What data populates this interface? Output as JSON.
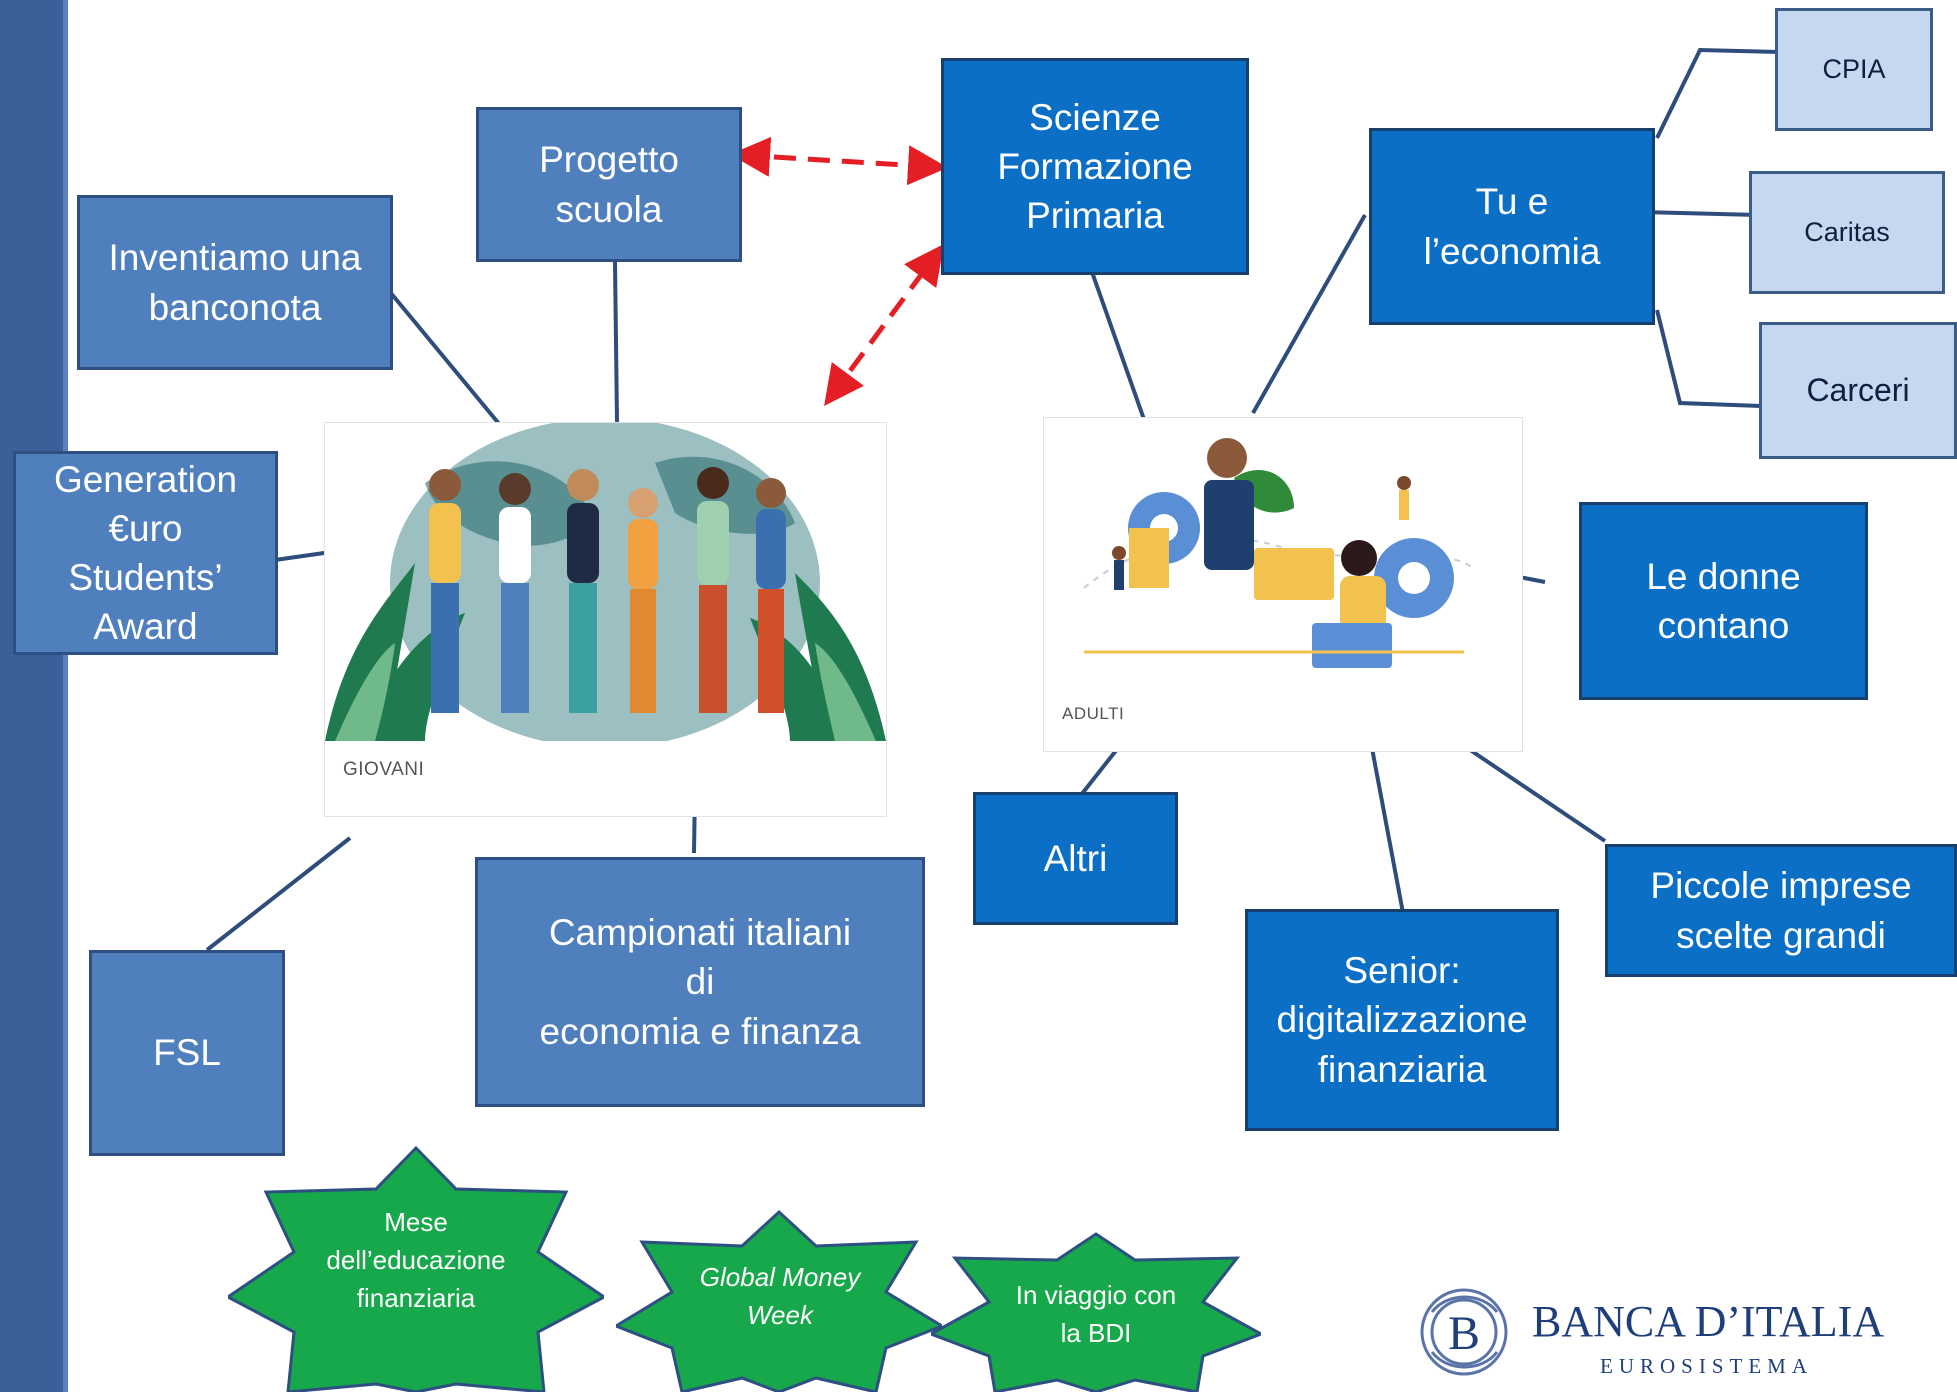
{
  "colors": {
    "sidebar": "#3b5f98",
    "young_box": "#4f7fbd",
    "adult_box": "#0b6fc6",
    "small_box": "#c5d8ef",
    "star_fill": "#16a84a",
    "dashed_arrow": "#e31e24",
    "connector": "#2e4d7a",
    "logo": "#1f3f7a"
  },
  "giovani": {
    "photo_caption": "GIOVANI",
    "inventiamo": "Inventiamo una\nbanconota",
    "progetto": "Progetto\nscuola",
    "generation": "Generation\n€uro\nStudents’\nAward",
    "fsl": "FSL",
    "campionati": "Campionati italiani\ndi\neconomia e finanza"
  },
  "adulti": {
    "photo_caption": "ADULTI",
    "scienze": "Scienze\nFormazione\nPrimaria",
    "tu_economia": "Tu e\nl’economia",
    "cpia": "CPIA",
    "caritas": "Caritas",
    "carceri": "Carceri",
    "donne": "Le donne\ncontano",
    "altri": "Altri",
    "senior": "Senior:\ndigitalizzazione\nfinanziaria",
    "piccole": "Piccole imprese\nscelte grandi"
  },
  "events": {
    "mese": "Mese\ndell’educazione\nfinanziaria",
    "global": "Global Money\nWeek",
    "viaggio": "In viaggio con\nla BDI"
  },
  "logo": {
    "monogram": "B",
    "name": "BANCA D’ITALIA",
    "subtitle": "EUROSISTEMA"
  }
}
